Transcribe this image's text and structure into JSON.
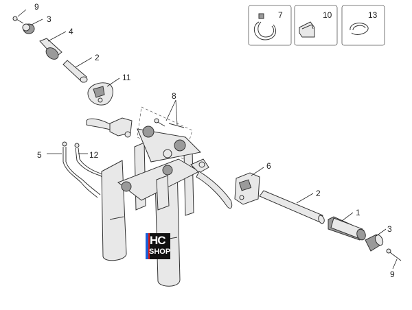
{
  "callouts": {
    "c9_top": "9",
    "c3_top": "3",
    "c4": "4",
    "c2_top": "2",
    "c11": "11",
    "c8": "8",
    "c5": "5",
    "c12": "12",
    "c6": "6",
    "c2_right": "2",
    "c1": "1",
    "c3_right": "3",
    "c9_bottom": "9",
    "box7": "7",
    "box10": "10",
    "box13": "13"
  },
  "badge": {
    "line1": "HC",
    "line2": "SHOP"
  }
}
